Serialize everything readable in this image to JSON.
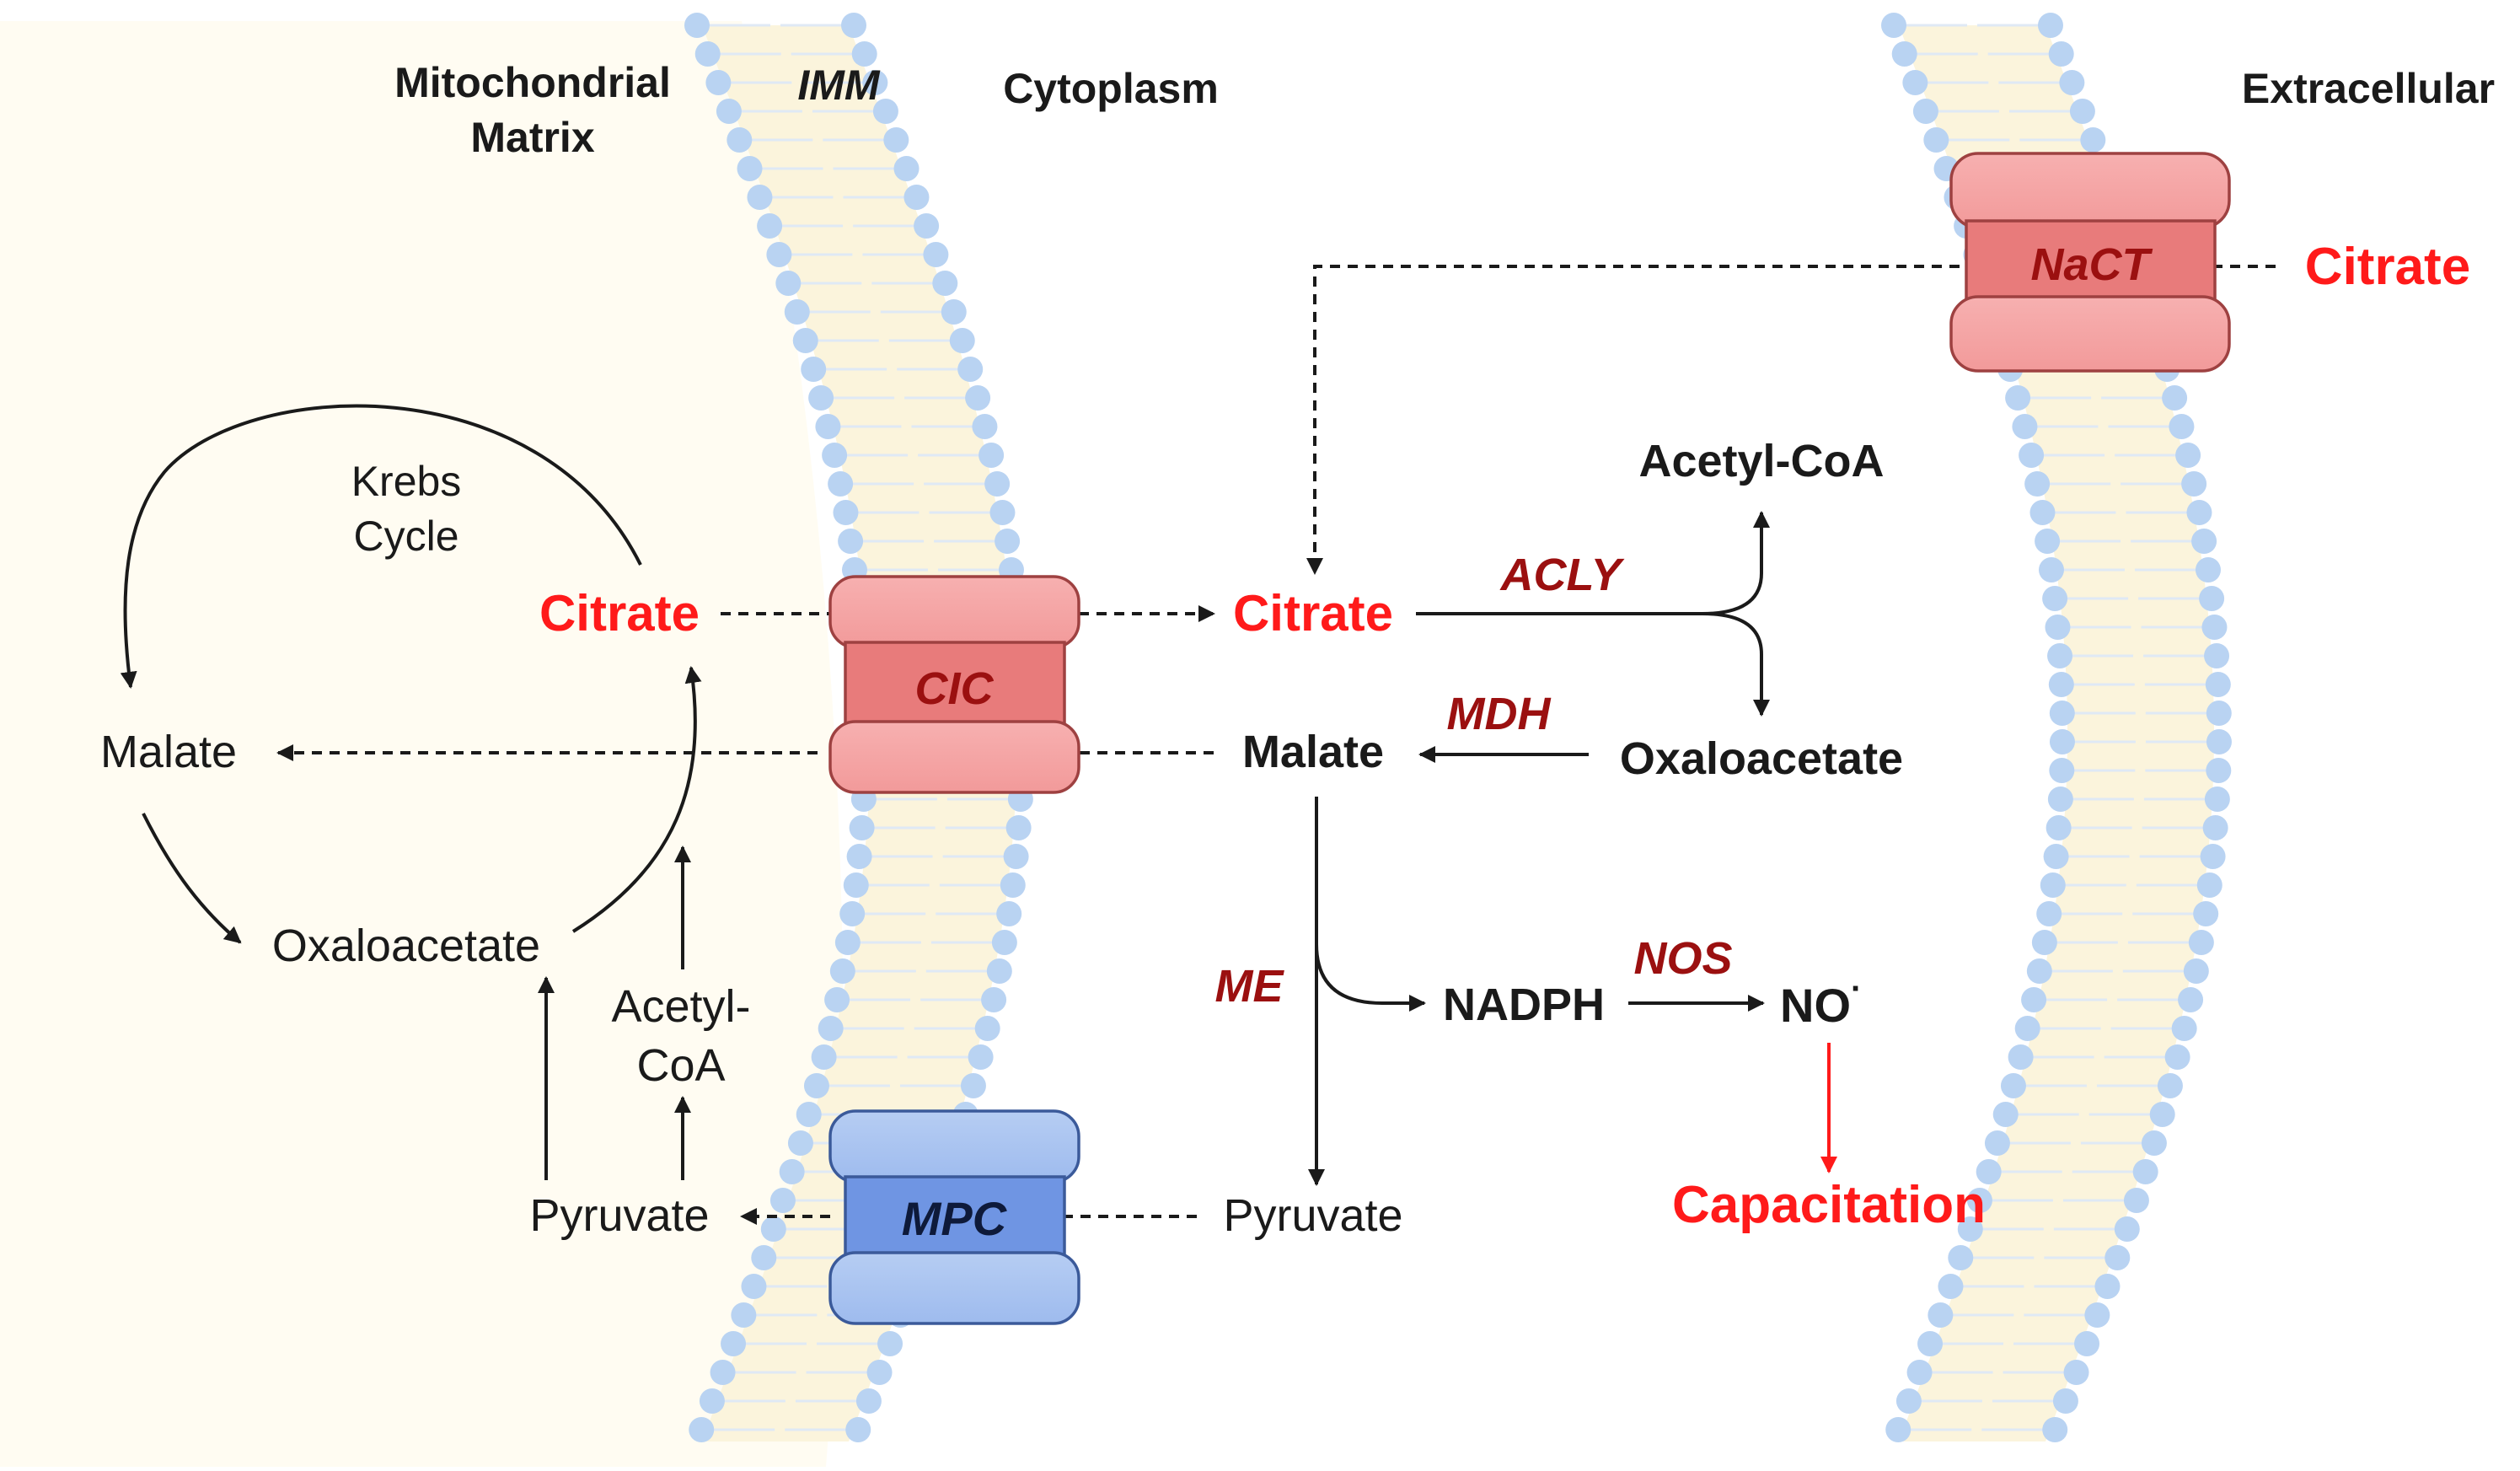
{
  "regions": {
    "matrix_line1": "Mitochondrial",
    "matrix_line2": "Matrix",
    "imm": "IMM",
    "cytoplasm": "Cytoplasm",
    "extracellular": "Extracellular"
  },
  "transporters": {
    "cic": "CIC",
    "mpc": "MPC",
    "nact": "NaCT"
  },
  "matrix": {
    "krebs_line1": "Krebs",
    "krebs_line2": "Cycle",
    "citrate": "Citrate",
    "malate": "Malate",
    "oxaloacetate": "Oxaloacetate",
    "acetyl_line1": "Acetyl-",
    "acetyl_line2": "CoA",
    "pyruvate": "Pyruvate"
  },
  "cytoplasm": {
    "citrate": "Citrate",
    "acetyl_coa": "Acetyl-CoA",
    "oxaloacetate": "Oxaloacetate",
    "malate": "Malate",
    "nadph": "NADPH",
    "no": "NO",
    "no_radical": "·",
    "pyruvate": "Pyruvate",
    "capacitation": "Capacitation"
  },
  "extracellular": {
    "citrate": "Citrate"
  },
  "enzymes": {
    "acly": "ACLY",
    "mdh": "MDH",
    "me": "ME",
    "nos": "NOS"
  },
  "colors": {
    "highlight_red": "#ff1a1a",
    "enzyme_red": "#9b1010",
    "cic_fill": "#f4a3a3",
    "mpc_fill": "#a9c4f0",
    "lipid_head": "#b9d3f2",
    "matrix_bg": "#fffcf2"
  }
}
